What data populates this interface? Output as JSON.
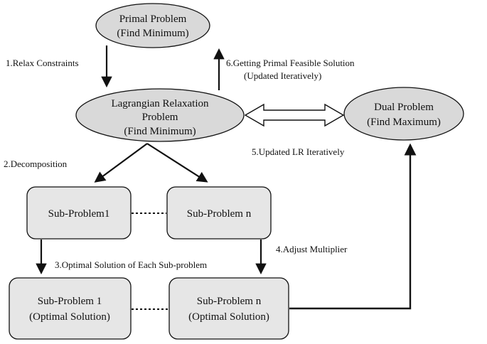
{
  "nodes": {
    "primal": {
      "lines": [
        "Primal Problem",
        "(Find Minimum)"
      ]
    },
    "lr": {
      "lines": [
        "Lagrangian Relaxation",
        "Problem",
        "(Find Minimum)"
      ]
    },
    "dual": {
      "lines": [
        "Dual Problem",
        "(Find Maximum)"
      ]
    },
    "sub1": {
      "lines": [
        "Sub-Problem1"
      ]
    },
    "subn": {
      "lines": [
        "Sub-Problem n"
      ]
    },
    "sub1opt": {
      "lines": [
        "Sub-Problem 1",
        "(Optimal Solution)"
      ]
    },
    "subnopt": {
      "lines": [
        "Sub-Problem n",
        "(Optimal Solution)"
      ]
    }
  },
  "edges": {
    "relax": "1.Relax Constraints",
    "decomp": "2.Decomposition",
    "optimal": "3.Optimal Solution of Each Sub-problem",
    "adjust": "4.Adjust Multiplier",
    "update_lr": "5.Updated LR Iteratively",
    "feasible": {
      "lines": [
        "6.Getting Primal Feasible Solution",
        "(Updated Iteratively)"
      ]
    }
  },
  "colors": {
    "ellipse_fill": "#d9d9d9",
    "box_fill": "#e6e6e6",
    "stroke": "#111111"
  }
}
